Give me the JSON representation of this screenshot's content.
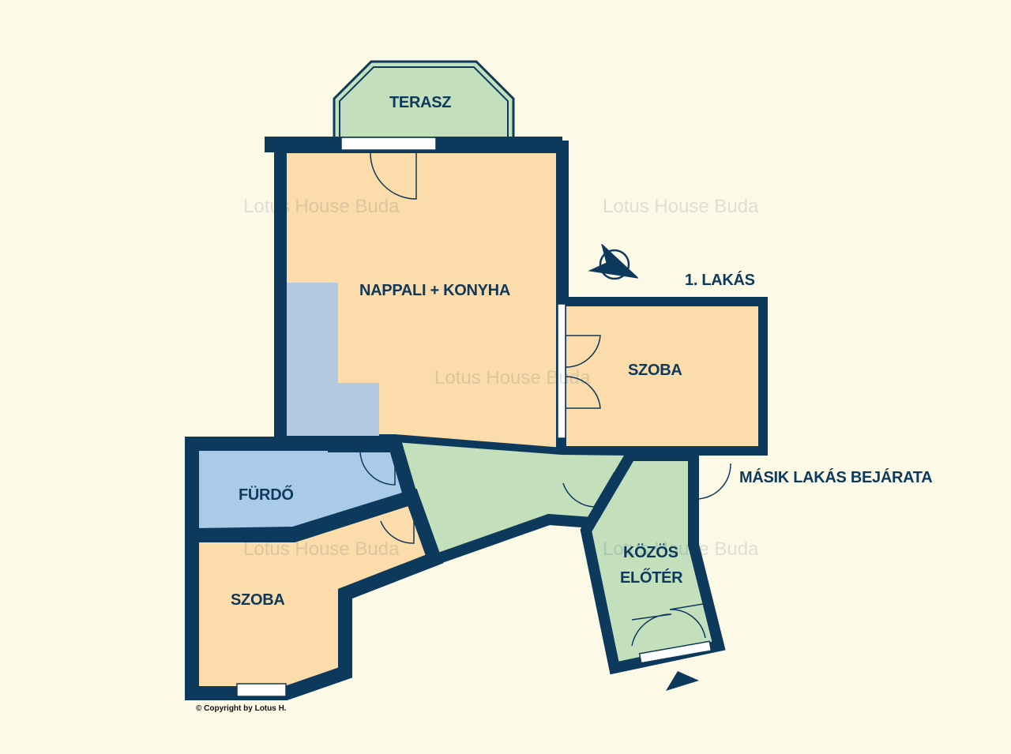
{
  "colors": {
    "background": "#fdf9e7",
    "wall": "#0d3a5c",
    "room_warm": "#fbdcaa",
    "room_green": "#c3dfbc",
    "bathroom": "#a9cbe8",
    "kitchen_area": "#b4c8e0"
  },
  "rooms": {
    "terrace": "TERASZ",
    "living_kitchen": "NAPPALI + KONYHA",
    "room_right": "SZOBA",
    "bathroom": "FÜRDŐ",
    "room_bottom": "SZOBA",
    "common_hall_line1": "KÖZÖS",
    "common_hall_line2": "ELŐTÉR"
  },
  "apartment_label": "1. LAKÁS",
  "other_entrance_label": "MÁSIK LAKÁS BEJÁRATA",
  "copyright": "© Copyright by Lotus H.",
  "watermark": "Lotus House Buda",
  "icons": {
    "compass": "north-arrow-icon",
    "entrance": "entrance-arrow-icon"
  }
}
